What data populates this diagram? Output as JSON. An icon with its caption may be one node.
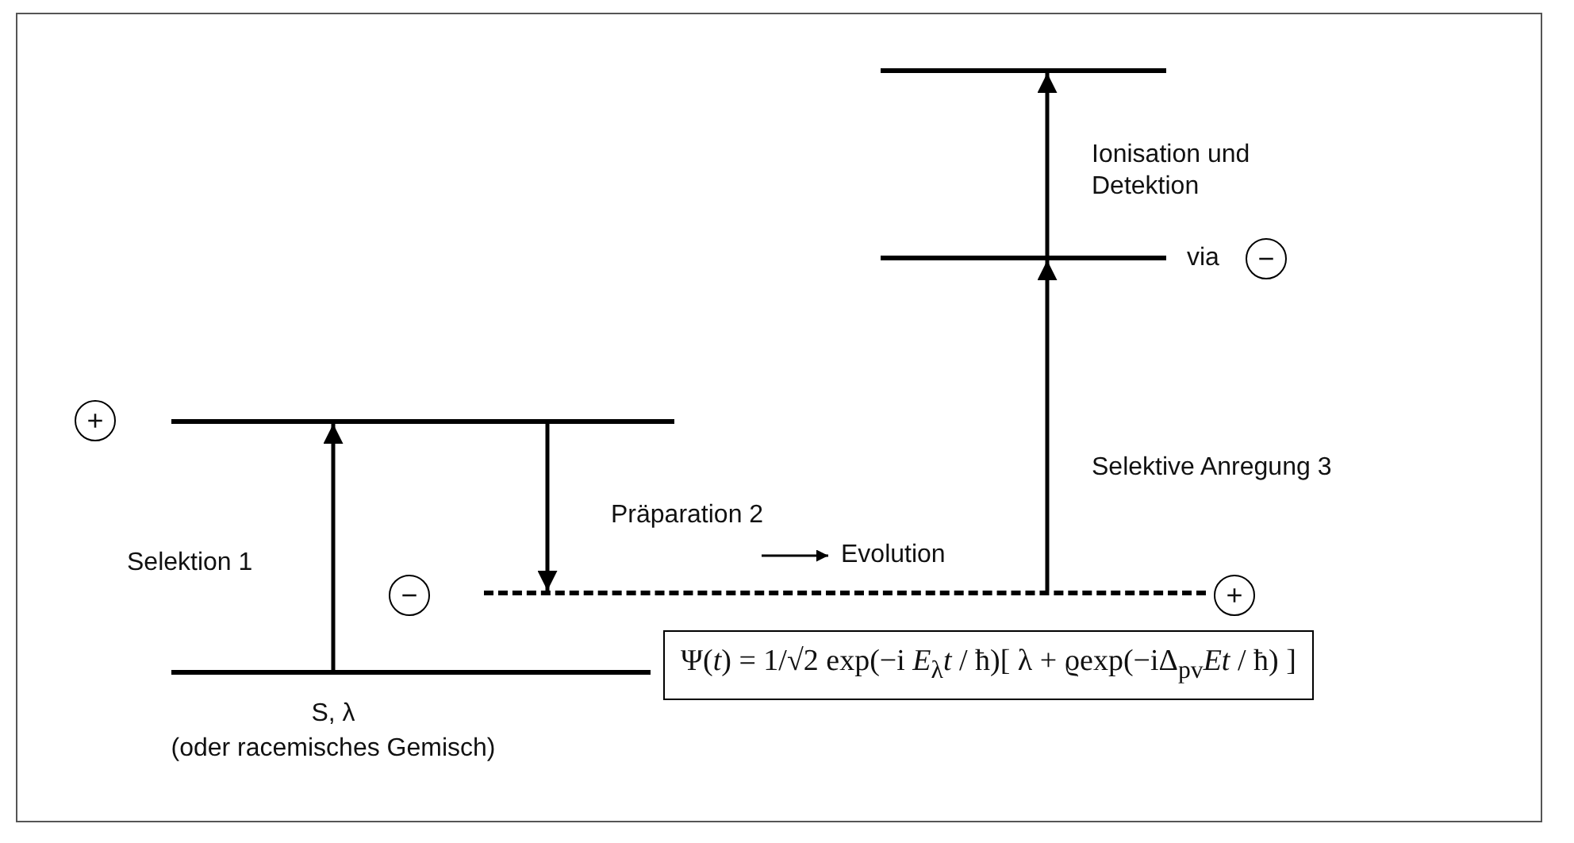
{
  "diagram": {
    "nodes": [
      {
        "text": [],
        "shape": "bar",
        "beside": [
          "S, λ",
          "(oder racemisches Gemisch)"
        ]
      },
      {
        "text": [],
        "shape": "bar",
        "beside": [
          "+"
        ]
      },
      {
        "text": [],
        "shape": "bar",
        "beside": [
          "−",
          "+"
        ]
      },
      {
        "text": [],
        "shape": "bar",
        "beside": [
          "via",
          "−"
        ]
      },
      {
        "text": [],
        "shape": "bar"
      },
      {
        "text": [
          "Ψ(*t*) = 1/√2 exp(−i *E*$_{λ}$*t* / ħ)[ λ + ϱexp(−iΔ$_{pv}$*Et* / ħ) ]"
        ]
      }
    ],
    "edges": [
      {
        "from": 0,
        "to": 1,
        "arrow": "to",
        "label": "Selektion 1"
      },
      {
        "from": 1,
        "to": 2,
        "arrow": "to",
        "label": "Präparation 2"
      },
      {
        "from": 2,
        "to": 3,
        "arrow": "to",
        "label": "Selektive Anregung 3"
      },
      {
        "from": 3,
        "to": 4,
        "arrow": "to",
        "label": "Ionisation und Detektion"
      }
    ],
    "labels": [
      "Evolution"
    ]
  }
}
